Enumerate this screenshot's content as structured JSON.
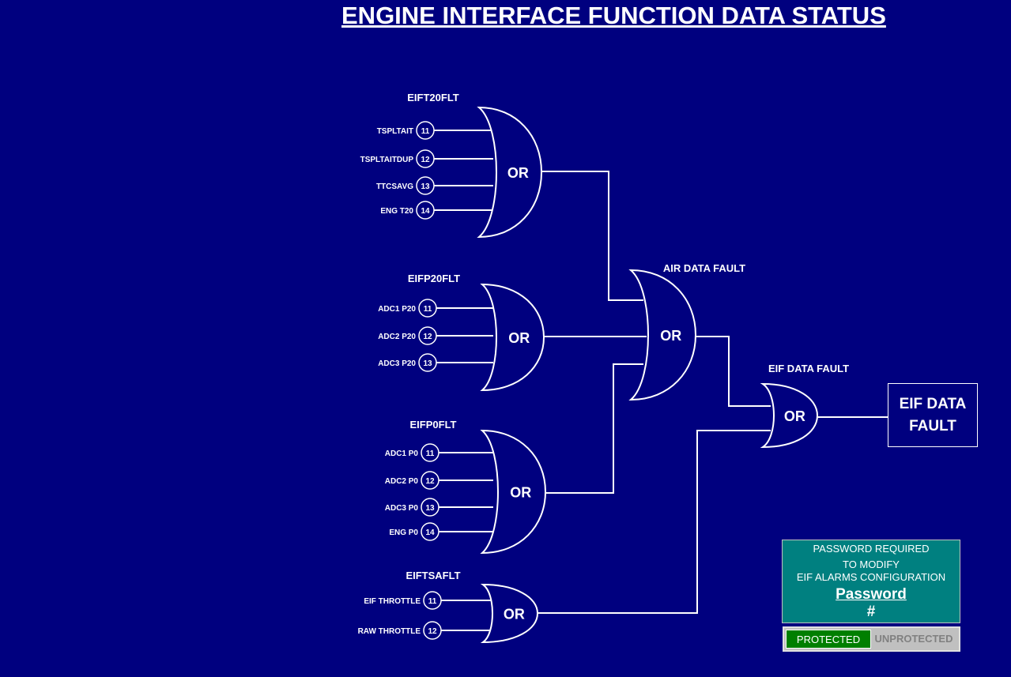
{
  "title": "ENGINE INTERFACE FUNCTION DATA STATUS",
  "colors": {
    "background": "#00007f",
    "lines": "#ffffff",
    "panel": "#008080",
    "protected_active": "#007f00",
    "unprotected_inactive": "#c0c0c0"
  },
  "groups": {
    "g0": {
      "label": "EIFT20FLT",
      "gate": "OR",
      "inputs": [
        {
          "label": "TSPLTAIT",
          "pin": "11"
        },
        {
          "label": "TSPLTAITDUP",
          "pin": "12"
        },
        {
          "label": "TTCSAVG",
          "pin": "13"
        },
        {
          "label": "ENG T20",
          "pin": "14"
        }
      ]
    },
    "g1": {
      "label": "EIFP20FLT",
      "gate": "OR",
      "inputs": [
        {
          "label": "ADC1 P20",
          "pin": "11"
        },
        {
          "label": "ADC2 P20",
          "pin": "12"
        },
        {
          "label": "ADC3 P20",
          "pin": "13"
        }
      ]
    },
    "g2": {
      "label": "EIFP0FLT",
      "gate": "OR",
      "inputs": [
        {
          "label": "ADC1 P0",
          "pin": "11"
        },
        {
          "label": "ADC2 P0",
          "pin": "12"
        },
        {
          "label": "ADC3 P0",
          "pin": "13"
        },
        {
          "label": "ENG P0",
          "pin": "14"
        }
      ]
    },
    "g3": {
      "label": "EIFTSAFLT",
      "gate": "OR",
      "inputs": [
        {
          "label": "EIF THROTTLE",
          "pin": "11"
        },
        {
          "label": "RAW THROTTLE",
          "pin": "12"
        }
      ]
    },
    "air": {
      "label": "AIR DATA FAULT",
      "gate": "OR"
    },
    "eif": {
      "label": "EIF DATA FAULT",
      "gate": "OR"
    }
  },
  "output_box": {
    "line1": "EIF DATA",
    "line2": "FAULT"
  },
  "password_panel": {
    "line1": "PASSWORD REQUIRED",
    "line2": "TO MODIFY",
    "line3": "EIF ALARMS CONFIGURATION",
    "link": "Password",
    "hash": "#"
  },
  "protection": {
    "protected_label": "PROTECTED",
    "unprotected_label": "UNPROTECTED",
    "state": "protected"
  }
}
